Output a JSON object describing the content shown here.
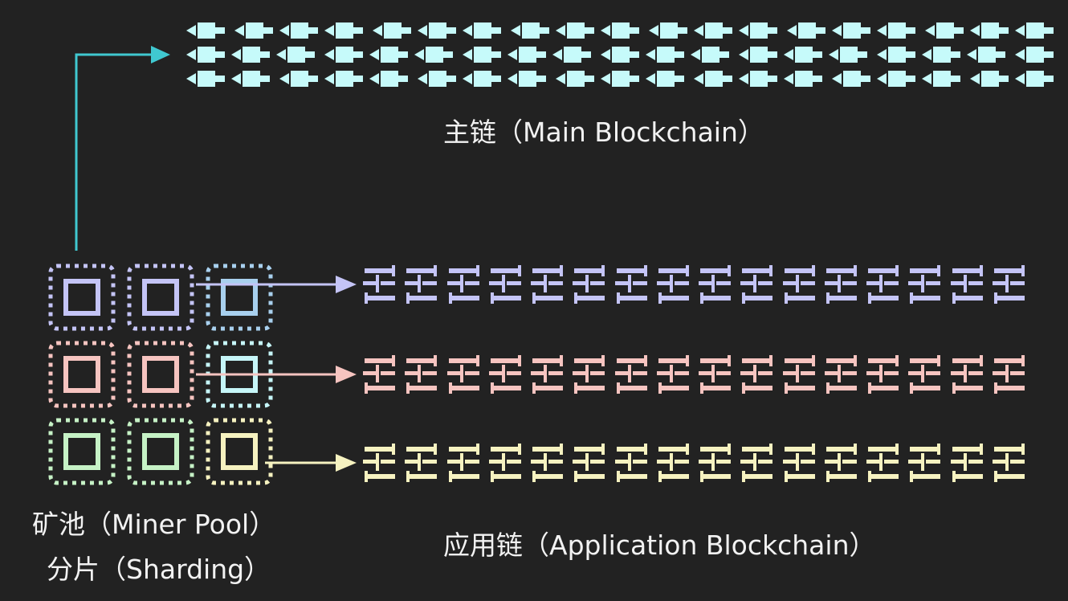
{
  "labels": {
    "main_chain": "主链（Main Blockchain）",
    "miner_pool": "矿池（Miner Pool）",
    "sharding": "分片（Sharding）",
    "application_chain": "应用链（Application Blockchain）"
  },
  "colors": {
    "background": "#222222",
    "text": "#f2f2f2",
    "main_chain": "#c6fafa",
    "main_arrow": "#40c8d0",
    "lavender": "#c4c4f6",
    "pink": "#f6c4c0",
    "green": "#c6f2c6",
    "cyan": "#c6f6f8",
    "yellow": "#f6f2c0",
    "blue": "#a8d0ee"
  },
  "miner_pool_grid": [
    [
      "lavender",
      "lavender",
      "blue"
    ],
    [
      "pink",
      "pink",
      "cyan"
    ],
    [
      "green",
      "green",
      "yellow"
    ]
  ],
  "application_chains": [
    "lavender",
    "pink",
    "yellow"
  ]
}
